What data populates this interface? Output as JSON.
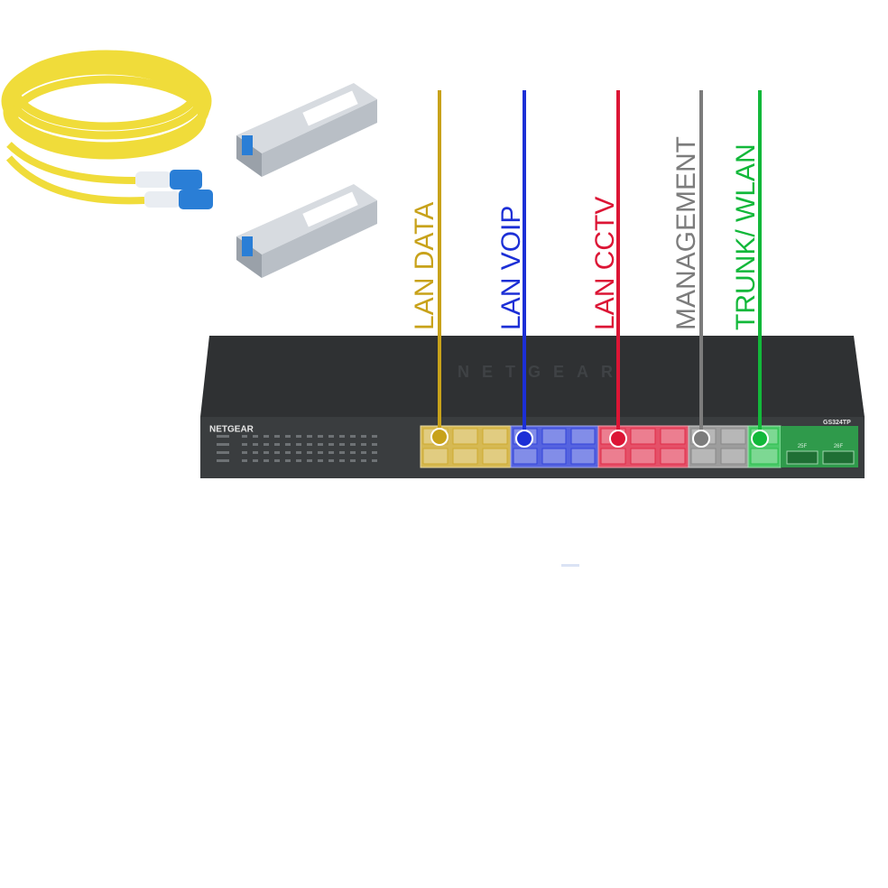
{
  "switch": {
    "brand_top": "NETGEAR",
    "brand_front": "NETGEAR",
    "model": "GS324TP",
    "sfp_labels": [
      "25F",
      "26F"
    ],
    "body_color": "#2f3133",
    "front_color": "#3a3d3f"
  },
  "vlans": [
    {
      "label": "LAN DATA",
      "color": "#c8a21a"
    },
    {
      "label": "LAN VOIP",
      "color": "#1c2fd6"
    },
    {
      "label": "LAN CCTV",
      "color": "#dc1535"
    },
    {
      "label": "MANAGEMENT",
      "color": "#7c7c7c"
    },
    {
      "label": "TRUNK/ WLAN",
      "color": "#12b83a"
    }
  ],
  "accessories": {
    "fiber_color": "#f0dc3a",
    "connector_color": "#2a7ed6",
    "sfp_color": "#b9bfc6"
  }
}
